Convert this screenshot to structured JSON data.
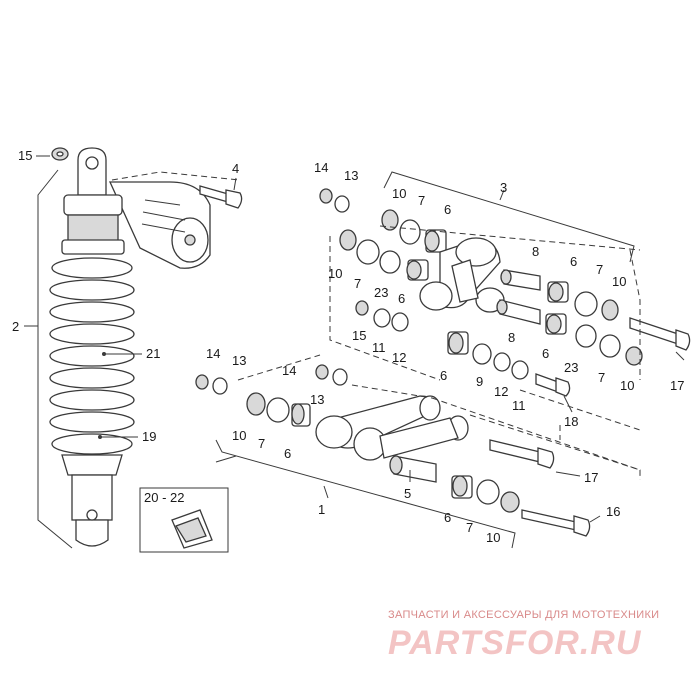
{
  "labels": {
    "l1": "1",
    "l2": "2",
    "l3": "3",
    "l4": "4",
    "l5": "5",
    "l6a": "6",
    "l6b": "6",
    "l6c": "6",
    "l6d": "6",
    "l6e": "6",
    "l6f": "6",
    "l6g": "6",
    "l7a": "7",
    "l7b": "7",
    "l7c": "7",
    "l7d": "7",
    "l7e": "7",
    "l7f": "7",
    "l8a": "8",
    "l8b": "8",
    "l9": "9",
    "l10a": "10",
    "l10b": "10",
    "l10c": "10",
    "l10d": "10",
    "l10e": "10",
    "l10f": "10",
    "l11a": "11",
    "l11b": "11",
    "l12a": "12",
    "l12b": "12",
    "l13a": "13",
    "l13b": "13",
    "l13c": "13",
    "l14a": "14",
    "l14b": "14",
    "l14c": "14",
    "l15a": "15",
    "l15b": "15",
    "l16": "16",
    "l17a": "17",
    "l17b": "17",
    "l18": "18",
    "l19": "19",
    "l21": "21",
    "l23a": "23",
    "l23b": "23"
  },
  "inset": {
    "title": "20 - 22"
  },
  "watermark": {
    "tagline": "ЗАПЧАСТИ И АКСЕССУАРЫ ДЛЯ МОТОТЕХНИКИ",
    "logo": "PARTSFOR.RU"
  },
  "colors": {
    "line": "#3a3a3a",
    "watermark": "#e8a0a0"
  }
}
